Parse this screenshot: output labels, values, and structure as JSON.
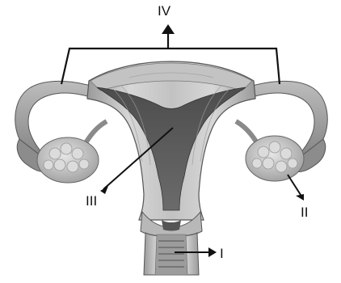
{
  "labels": {
    "I": "I",
    "II": "II",
    "III": "III",
    "IV": "IV"
  },
  "colors": {
    "line": "#111111",
    "tube": "#a9a9a9",
    "tube_dark": "#6e6e6e",
    "uterus_outer": "#bdbdbd",
    "uterus_wall": "#d8d8d8",
    "cavity": "#5a5a5a",
    "ovary": "#cfcfcf",
    "fundus": "#c6c6c6"
  }
}
